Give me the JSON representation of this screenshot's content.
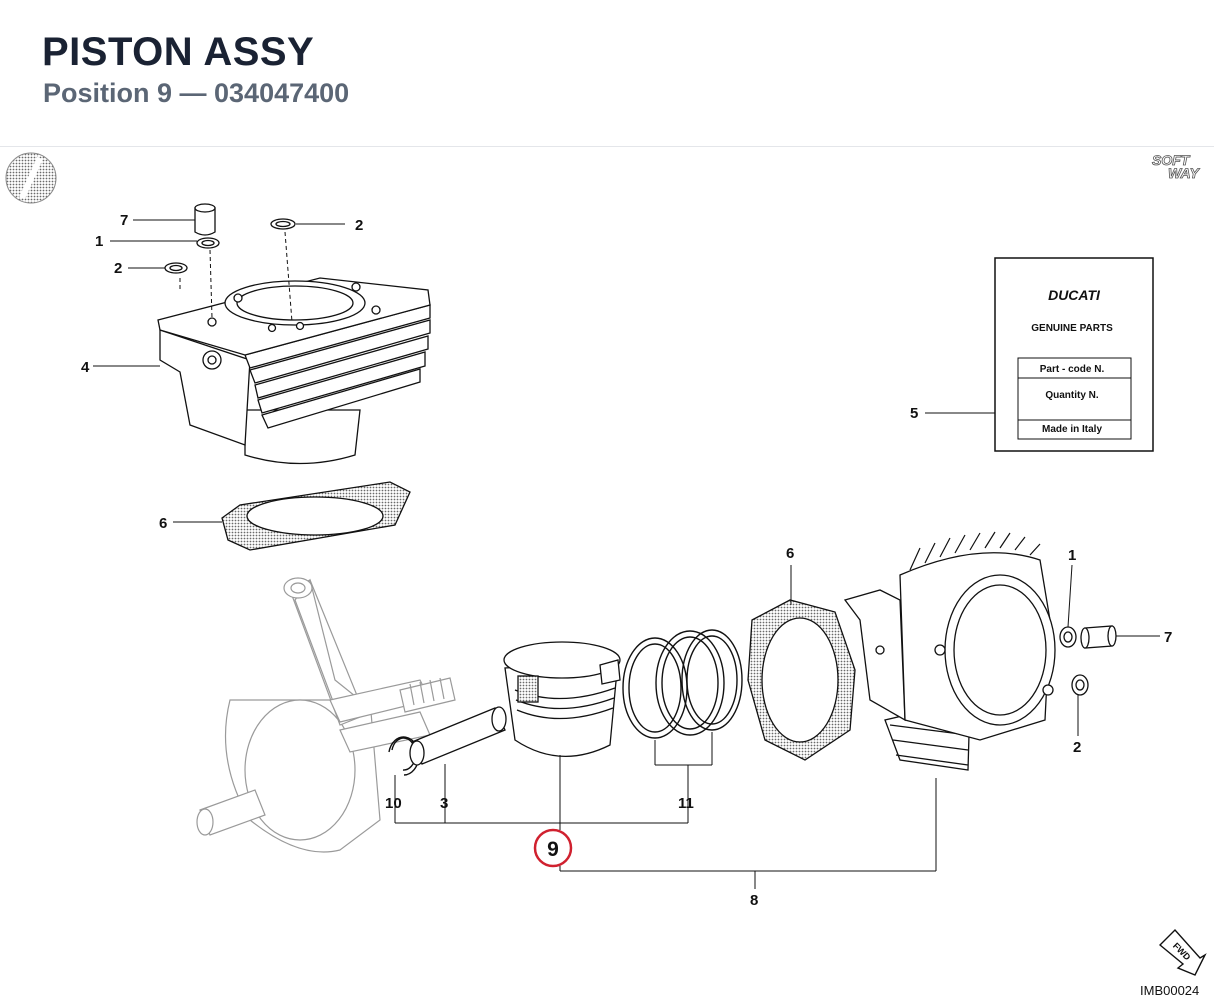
{
  "header": {
    "title": "PISTON ASSY",
    "subtitle": "Position 9 — 034047400"
  },
  "diagram": {
    "reference_code": "IMB00024",
    "fwd_label": "FWD",
    "brand_mark": {
      "line1": "SOFT",
      "line2": "WAY"
    },
    "highlight_color": "#d0212f",
    "callouts": {
      "c7_top": "7",
      "c1_top": "1",
      "c2_left": "2",
      "c2_top": "2",
      "c4": "4",
      "c5": "5",
      "c6_left": "6",
      "c6_right": "6",
      "c1_right": "1",
      "c7_right": "7",
      "c2_right": "2",
      "c10": "10",
      "c3": "3",
      "c11": "11",
      "c9": "9",
      "c8": "8"
    },
    "tag": {
      "brand": "DUCATI",
      "genuine": "GENUINE PARTS",
      "part_code": "Part - code N.",
      "quantity": "Quantity N.",
      "made_in": "Made in Italy"
    }
  }
}
